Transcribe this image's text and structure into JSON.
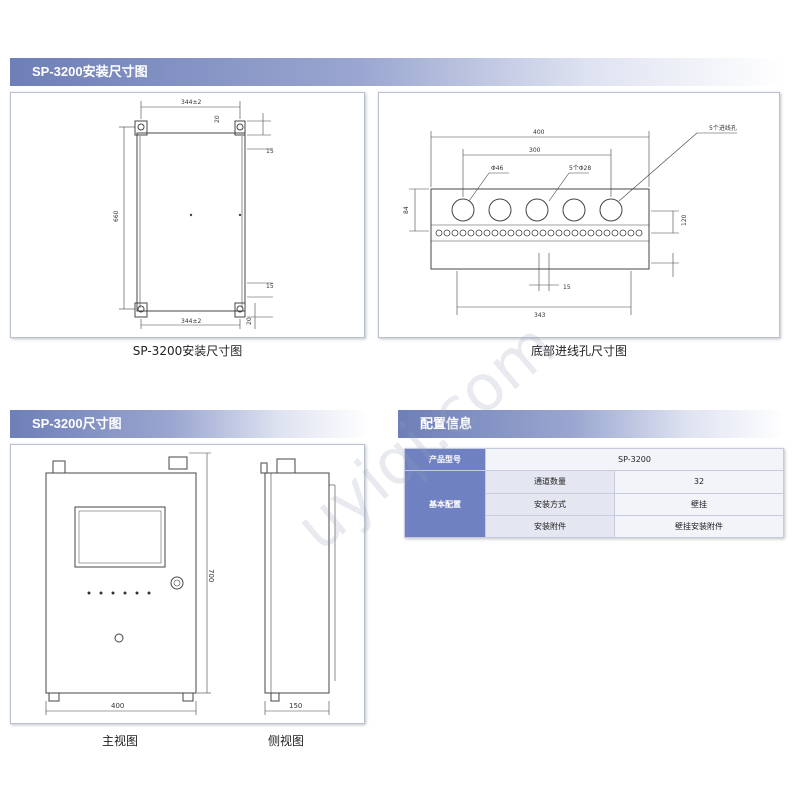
{
  "sections": {
    "install_dims_title": "SP-3200安装尺寸图",
    "product_dims_title": "SP-3200尺寸图",
    "config_title": "配置信息"
  },
  "captions": {
    "install": "SP-3200安装尺寸图",
    "bottom": "底部进线孔尺寸图",
    "front": "主视图",
    "side": "侧视图"
  },
  "install_drawing": {
    "dim_top": "344±2",
    "dim_bottom": "344±2",
    "dim_height": "660",
    "dim_small_1": "20",
    "dim_small_2": "15",
    "dim_small_3": "15",
    "dim_small_4": "20"
  },
  "bottom_drawing": {
    "dim_total": "400",
    "dim_inner": "300",
    "dim_hole_label": "Φ46",
    "dim_group_label": "5个Φ28",
    "dim_callout": "5个进线孔",
    "dim_depth": "84",
    "dim_right": "120",
    "dim_lower": "343",
    "dim_small": "15"
  },
  "front_drawing": {
    "dim_width": "400",
    "dim_height": "700"
  },
  "side_drawing": {
    "dim_depth": "150"
  },
  "config_table": {
    "model_label": "产品型号",
    "model_value": "SP-3200",
    "basic_label": "基本配置",
    "rows": [
      {
        "key": "通道数量",
        "value": "32"
      },
      {
        "key": "安装方式",
        "value": "壁挂"
      },
      {
        "key": "安装附件",
        "value": "壁挂安装附件"
      }
    ]
  },
  "watermark": "uyiqi.com"
}
